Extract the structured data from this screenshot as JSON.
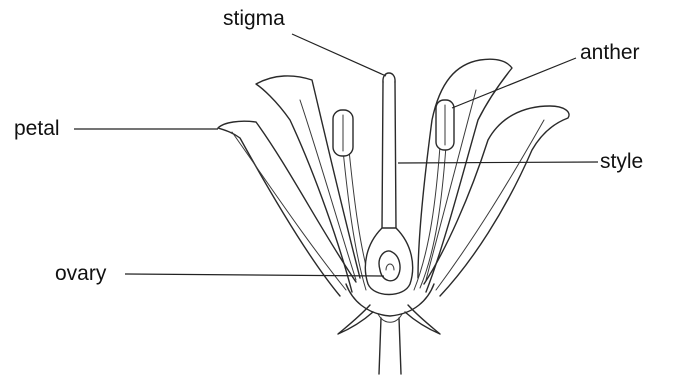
{
  "diagram": {
    "labels": {
      "stigma": "stigma",
      "anther": "anther",
      "petal": "petal",
      "style": "style",
      "ovary": "ovary"
    }
  }
}
